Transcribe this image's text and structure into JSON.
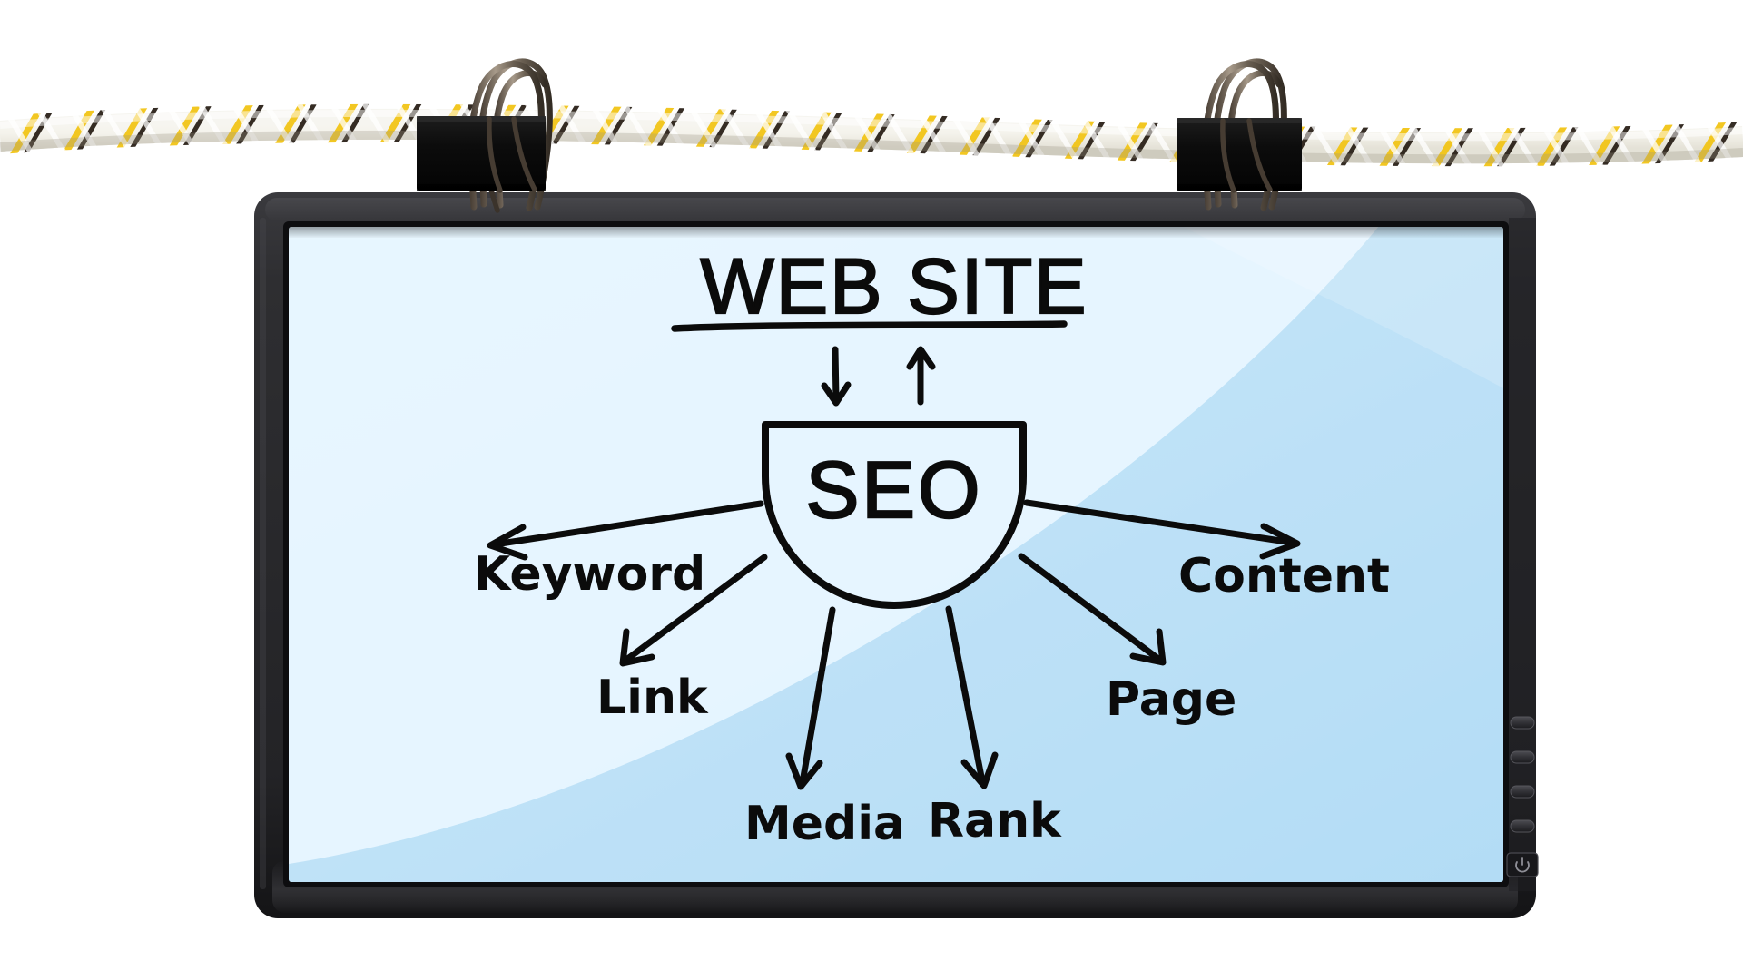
{
  "scene": {
    "background_color": "#ffffff",
    "description_name": "hanging-monitor-seo-mindmap"
  },
  "rope": {
    "name": "hanging-rope",
    "colors": {
      "base": "#fbfaf6",
      "strand_yellow": "#f2c417",
      "strand_dark": "#2a2016"
    }
  },
  "clips": [
    {
      "name": "binder-clip-left",
      "color": "#101010",
      "wire_color": "#6d6257"
    },
    {
      "name": "binder-clip-right",
      "color": "#101010",
      "wire_color": "#6d6257"
    }
  ],
  "monitor": {
    "bezel_color": "#2b2b2d",
    "bezel_highlight": "#46464a",
    "screen_color": "#cfeafb",
    "screen_gloss_color": "#e4f4fe",
    "buttons": [
      {
        "label": "",
        "name": "bezel-button-1"
      },
      {
        "label": "",
        "name": "bezel-button-2"
      },
      {
        "label": "",
        "name": "bezel-button-3"
      },
      {
        "label": "",
        "name": "bezel-button-4"
      }
    ],
    "power_button": {
      "name": "power-button",
      "glyph": "⏻",
      "label": "power"
    }
  },
  "diagram": {
    "title": "WEB SITE",
    "center_label": "SEO",
    "flow_arrows": [
      {
        "name": "arrow-down-to-seo",
        "direction": "down"
      },
      {
        "name": "arrow-up-to-website",
        "direction": "up"
      }
    ],
    "branches": [
      {
        "id": "keyword",
        "label": "Keyword",
        "direction": "left"
      },
      {
        "id": "link",
        "label": "Link",
        "direction": "lower-left"
      },
      {
        "id": "media",
        "label": "Media",
        "direction": "down-left"
      },
      {
        "id": "rank",
        "label": "Rank",
        "direction": "down-right"
      },
      {
        "id": "page",
        "label": "Page",
        "direction": "lower-right"
      },
      {
        "id": "content",
        "label": "Content",
        "direction": "right"
      }
    ],
    "ink_color": "#0b0b0b"
  }
}
